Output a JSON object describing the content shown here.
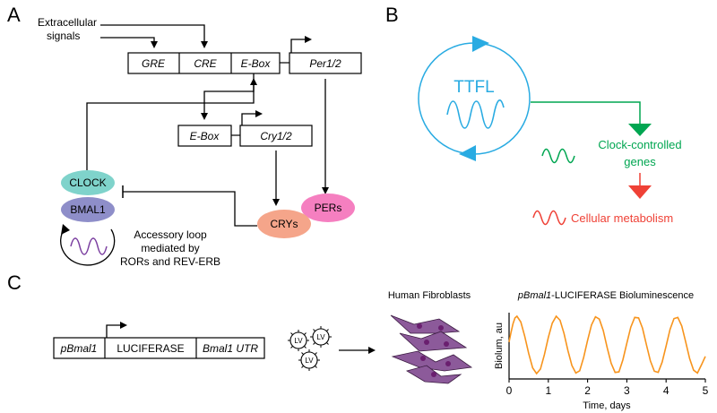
{
  "panel_a": {
    "letter": "A",
    "extracellular_line1": "Extracellular",
    "extracellular_line2": "signals",
    "promoter_boxes": [
      "GRE",
      "CRE",
      "E-Box"
    ],
    "per_gene": "Per1/2",
    "cry_ebox": "E-Box",
    "cry_gene": "Cry1/2",
    "clock": "CLOCK",
    "bmal1": "BMAL1",
    "crys": "CRYs",
    "pers": "PERs",
    "accessory_line1": "Accessory loop",
    "accessory_line2": "mediated by",
    "accessory_line3": "RORs and REV-ERB",
    "colors": {
      "clock": "#7fd3cb",
      "bmal1": "#8e8ec9",
      "crys": "#f5a58a",
      "pers": "#f57fc0",
      "wave": "#7b3fa0"
    }
  },
  "panel_b": {
    "letter": "B",
    "ttfl": "TTFL",
    "ccg_line1": "Clock-controlled",
    "ccg_line2": "genes",
    "metabolism": "Cellular metabolism",
    "colors": {
      "ttfl": "#29abe2",
      "ccg": "#00a651",
      "metabolism": "#ef4136"
    }
  },
  "panel_c": {
    "letter": "C",
    "construct": [
      "pBmal1",
      "LUCIFERASE",
      "Bmal1 UTR"
    ],
    "virus_label": "LV",
    "fibroblasts_label": "Human Fibroblasts",
    "chart_title_italic": "pBmal1",
    "chart_title_rest": "-LUCIFERASE Bioluminescence",
    "colors": {
      "cell": "#8c5a9a",
      "nucleus": "#6a1f6f",
      "trace": "#f7941d"
    }
  },
  "chart_data": {
    "type": "line",
    "title": "pBmal1-LUCIFERASE Bioluminescence",
    "xlabel": "Time, days",
    "ylabel": "Biolum, au",
    "xlim": [
      0,
      5
    ],
    "xticks": [
      0,
      1,
      2,
      3,
      4,
      5
    ],
    "yticks": [],
    "series": [
      {
        "color": "#f7941d",
        "x": [
          0,
          0.05,
          0.1,
          0.15,
          0.2,
          0.3,
          0.4,
          0.5,
          0.6,
          0.7,
          0.8,
          0.9,
          1.0,
          1.1,
          1.2,
          1.3,
          1.4,
          1.5,
          1.6,
          1.7,
          1.8,
          1.9,
          2.0,
          2.1,
          2.2,
          2.3,
          2.4,
          2.5,
          2.6,
          2.7,
          2.8,
          2.9,
          3.0,
          3.1,
          3.2,
          3.3,
          3.4,
          3.5,
          3.6,
          3.7,
          3.8,
          3.9,
          4.0,
          4.1,
          4.2,
          4.3,
          4.4,
          4.5,
          4.6,
          4.7,
          4.8,
          4.9,
          5.0
        ],
        "y": [
          0.55,
          0.72,
          0.87,
          0.97,
          1.0,
          0.9,
          0.65,
          0.35,
          0.1,
          0.0,
          0.08,
          0.33,
          0.63,
          0.88,
          1.0,
          0.93,
          0.7,
          0.4,
          0.14,
          0.01,
          0.05,
          0.28,
          0.58,
          0.85,
          0.99,
          0.95,
          0.75,
          0.45,
          0.18,
          0.02,
          0.03,
          0.24,
          0.53,
          0.81,
          0.98,
          0.97,
          0.79,
          0.5,
          0.22,
          0.04,
          0.02,
          0.2,
          0.48,
          0.77,
          0.96,
          0.98,
          0.83,
          0.55,
          0.26,
          0.06,
          0.01,
          0.15,
          0.3
        ]
      }
    ]
  }
}
